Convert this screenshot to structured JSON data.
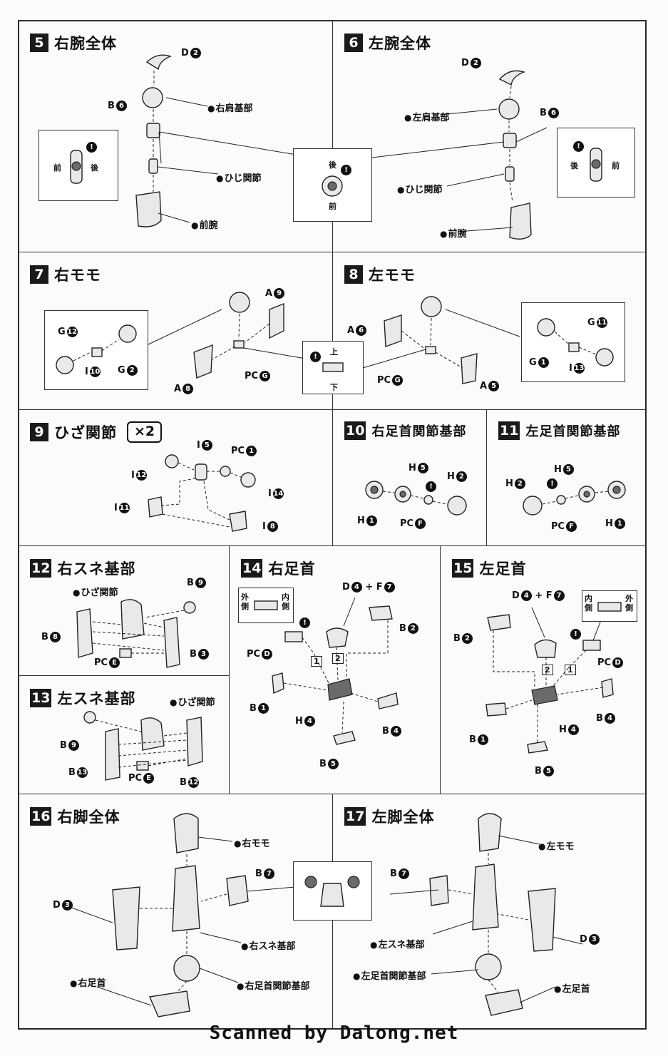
{
  "panels": {
    "p5": {
      "num": "5",
      "title": "右腕全体",
      "labels": {
        "d2": "D",
        "b6": "B",
        "shoulder": "右肩基部",
        "elbow": "ひじ関節",
        "forearm": "前腕"
      },
      "inset_front": "前",
      "inset_back": "後"
    },
    "p6": {
      "num": "6",
      "title": "左腕全体",
      "labels": {
        "d2": "D",
        "b6": "B",
        "shoulder": "左肩基部",
        "elbow": "ひじ関節",
        "forearm": "前腕"
      },
      "inset_front": "前",
      "inset_back": "後"
    },
    "center_arm": {
      "back": "後",
      "front": "前"
    },
    "p7": {
      "num": "7",
      "title": "右モモ",
      "labels": {
        "a9": "A",
        "g12": "G",
        "i10": "I",
        "g2": "G",
        "pcg": "PC",
        "a8": "A"
      }
    },
    "p8": {
      "num": "8",
      "title": "左モモ",
      "labels": {
        "a6": "A",
        "g11": "G",
        "g1": "G",
        "i13": "I",
        "pcg": "PC",
        "a5": "A"
      }
    },
    "center_thigh": {
      "up": "上",
      "down": "下"
    },
    "p9": {
      "num": "9",
      "title": "ひざ関節",
      "mult": "×2",
      "labels": {
        "i5": "I",
        "pc1": "PC",
        "i12": "I",
        "i14": "I",
        "i11": "I",
        "i8": "I"
      }
    },
    "p10": {
      "num": "10",
      "title": "右足首関節基部",
      "labels": {
        "h5": "H",
        "h2": "H",
        "h1": "H",
        "pcf": "PC"
      }
    },
    "p11": {
      "num": "11",
      "title": "左足首関節基部",
      "labels": {
        "h5": "H",
        "h2": "H",
        "pcf": "PC",
        "h1": "H"
      }
    },
    "p12": {
      "num": "12",
      "title": "右スネ基部",
      "labels": {
        "knee": "ひざ関節",
        "b9": "B",
        "b8": "B",
        "b3": "B",
        "pce": "PC"
      }
    },
    "p13": {
      "num": "13",
      "title": "左スネ基部",
      "labels": {
        "knee": "ひざ関節",
        "b9": "B",
        "b13": "B",
        "pce": "PC",
        "b12": "B"
      }
    },
    "p14": {
      "num": "14",
      "title": "右足首",
      "labels": {
        "d4f7": "D",
        "plusf": "+ F",
        "outer": "外側",
        "inner": "内側",
        "b2": "B",
        "pcd": "PC",
        "b1": "B",
        "h4": "H",
        "b4": "B",
        "b5": "B",
        "step1": "1",
        "step2": "2"
      }
    },
    "p15": {
      "num": "15",
      "title": "左足首",
      "labels": {
        "d4f7": "D",
        "plusf": "+ F",
        "inner": "内側",
        "outer": "外側",
        "b2": "B",
        "pcd": "PC",
        "b4": "B",
        "b1": "B",
        "h4": "H",
        "b5": "B",
        "step1": "1",
        "step2": "2"
      }
    },
    "p16": {
      "num": "16",
      "title": "右脚全体",
      "labels": {
        "thigh": "右モモ",
        "b7": "B",
        "d3": "D",
        "shin": "右スネ基部",
        "ankle_base": "右足首関節基部",
        "ankle": "右足首"
      }
    },
    "p17": {
      "num": "17",
      "title": "左脚全体",
      "labels": {
        "thigh": "左モモ",
        "b7": "B",
        "d3": "D",
        "shin": "左スネ基部",
        "ankle_base": "左足首関節基部",
        "ankle": "左足首"
      }
    }
  },
  "circled": {
    "n1": "1",
    "n2": "2",
    "n3": "3",
    "n4": "4",
    "n5": "5",
    "n6": "6",
    "n7": "7",
    "n8": "8",
    "n9": "9",
    "n10": "10",
    "n11": "11",
    "n12": "12",
    "n13": "13",
    "n14": "14",
    "ex": "!"
  },
  "footer": "Scanned by Dalong.net"
}
